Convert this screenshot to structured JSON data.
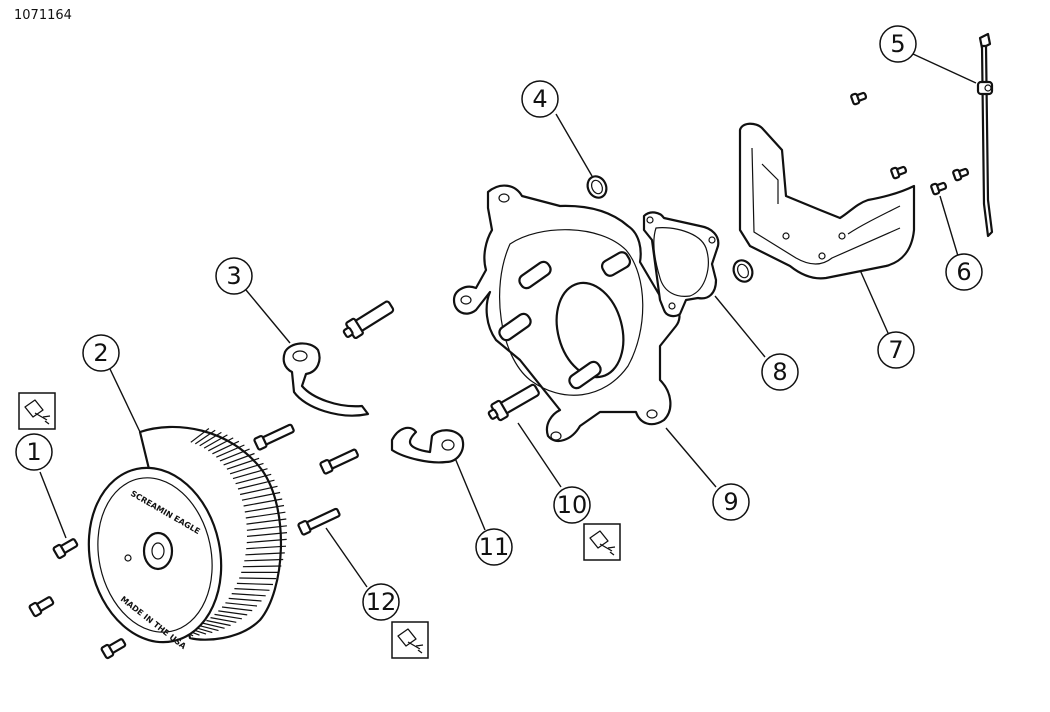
{
  "figure_id": "1071164",
  "callouts": [
    "1",
    "2",
    "3",
    "4",
    "5",
    "6",
    "7",
    "8",
    "9",
    "10",
    "11",
    "12"
  ],
  "filter_text": {
    "brand": "SCREAMIN EAGLE",
    "made_in": "MADE IN THE USA"
  },
  "icons": {
    "fluid": "threadlocker-application-icon"
  }
}
